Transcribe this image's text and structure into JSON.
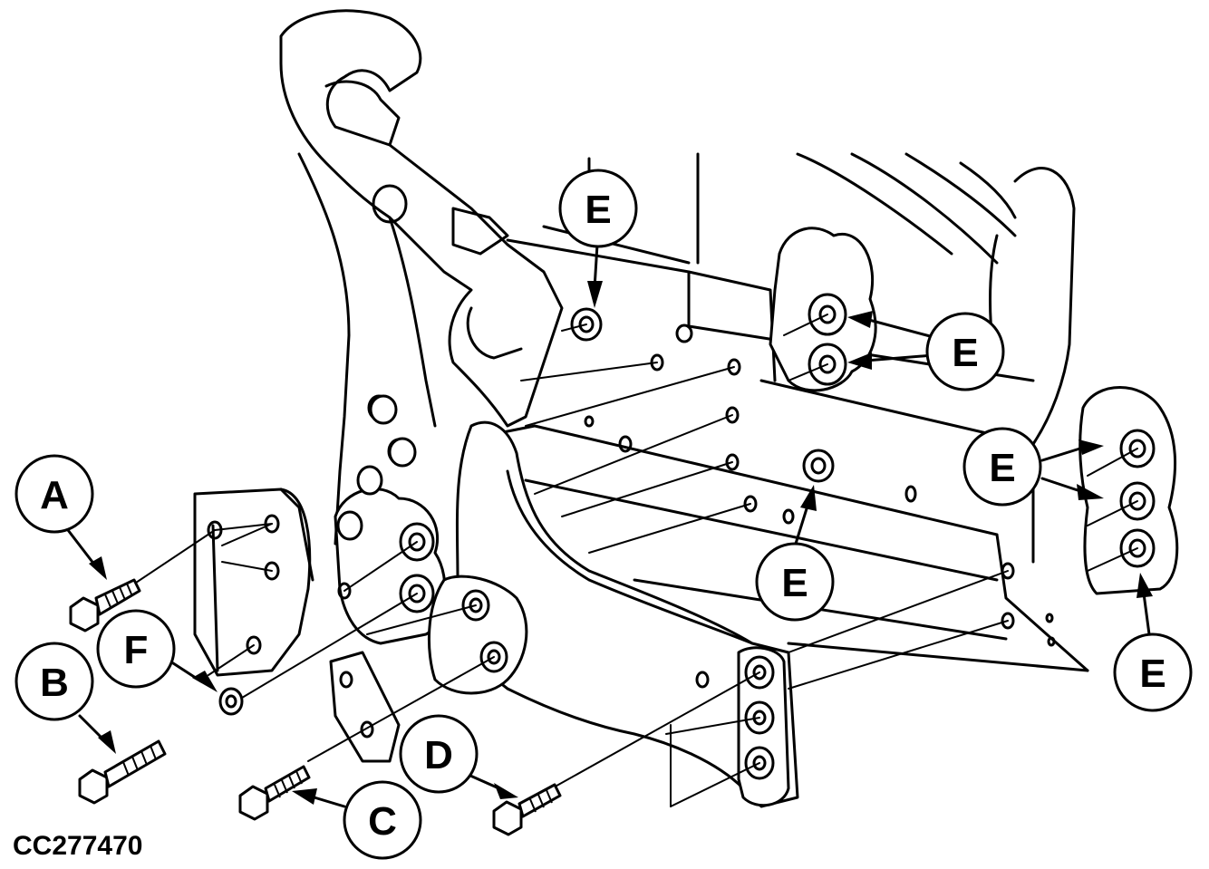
{
  "figure_code": "CC277470",
  "callouts": {
    "a": "A",
    "b": "B",
    "c": "C",
    "d": "D",
    "e": "E",
    "f": "F"
  },
  "style": {
    "line_color": "#000000",
    "background_color": "#ffffff"
  }
}
